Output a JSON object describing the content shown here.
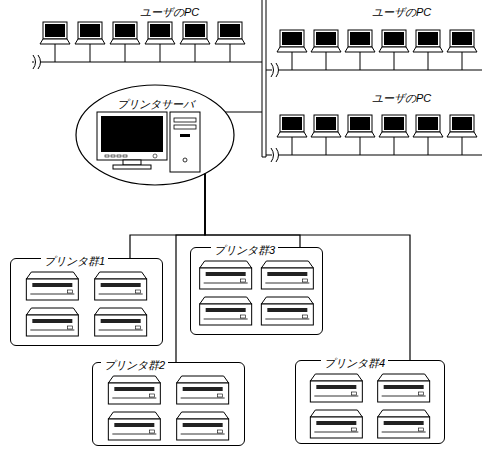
{
  "diagram": {
    "nodes": [
      {
        "text": [
          "プリンタサーバ"
        ]
      },
      {
        "text": [
          "プリンタ群1"
        ]
      },
      {
        "text": [
          "プリンタ群3"
        ]
      },
      {
        "text": [
          "プリンタ群2"
        ]
      },
      {
        "text": [
          "プリンタ群4"
        ]
      }
    ],
    "edges": [
      {
        "from": 0,
        "to": 1,
        "arrow": "none"
      },
      {
        "from": 0,
        "to": 2,
        "arrow": "none"
      },
      {
        "from": 0,
        "to": 3,
        "arrow": "none"
      },
      {
        "from": 0,
        "to": 4,
        "arrow": "none"
      }
    ],
    "labels": [
      "ユーザのPC",
      "ユーザのPC",
      "ユーザのPC"
    ]
  }
}
